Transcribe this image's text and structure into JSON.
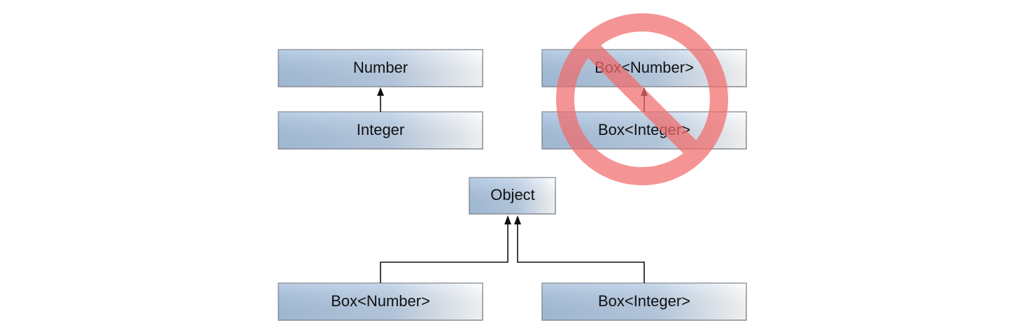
{
  "diagram": {
    "colors": {
      "box_fill_left": "#a9c3e0",
      "box_fill_right": "#ffffff",
      "box_border": "#8a8f96",
      "connector": "#111111",
      "prohibition": "#f26b6b"
    },
    "top_left": {
      "parent": {
        "label": "Number"
      },
      "child": {
        "label": "Integer"
      }
    },
    "top_right": {
      "parent": {
        "label": "Box<Number>"
      },
      "child": {
        "label": "Box<Integer>"
      },
      "prohibited": true,
      "prohibition_icon": "no-entry-icon"
    },
    "bottom": {
      "root": {
        "label": "Object"
      },
      "left_child": {
        "label": "Box<Number>"
      },
      "right_child": {
        "label": "Box<Integer>"
      }
    }
  }
}
